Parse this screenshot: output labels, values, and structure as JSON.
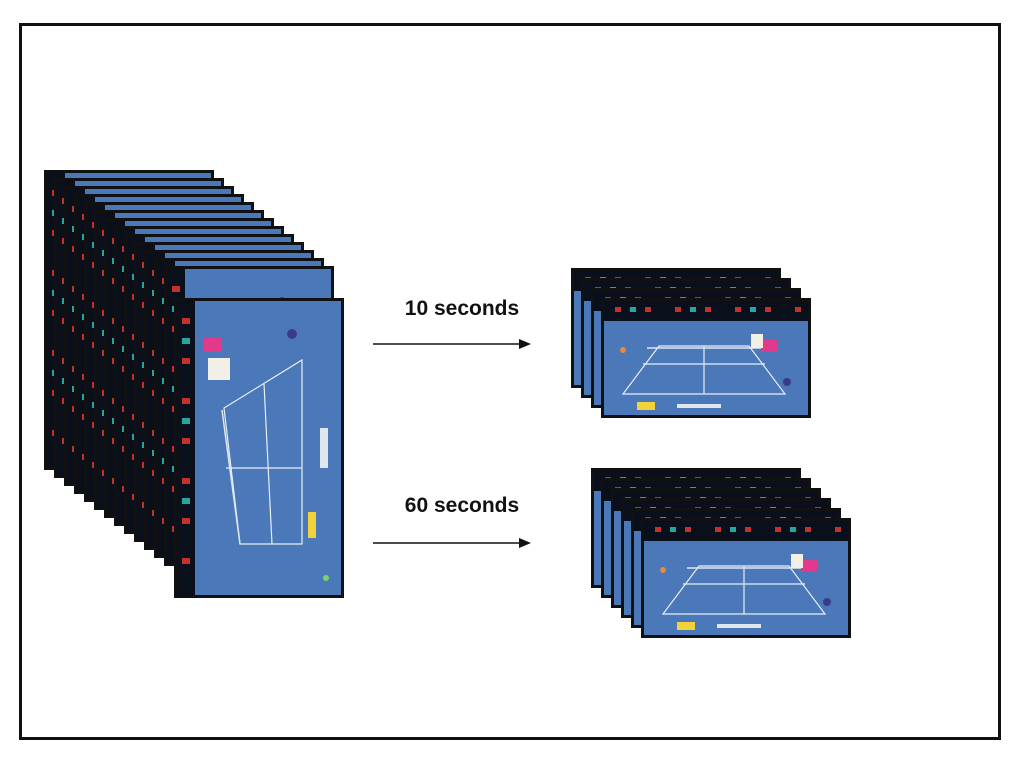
{
  "labels": {
    "short_duration": "10 seconds",
    "long_duration": "60 seconds"
  },
  "colors": {
    "court": "#4a78b8",
    "court_lines": "#e8eef5",
    "crowd": "#0a0f1c",
    "frame_border": "#111111",
    "sponsor_red": "#c8302a",
    "sponsor_teal": "#27a6a0",
    "arrow": "#111111"
  },
  "icons": {
    "arrow": "right-arrow-icon",
    "frame": "tennis-video-frame"
  },
  "counts": {
    "full_video_frames": 14,
    "short_clip_frames": 4,
    "long_clip_frames": 6
  }
}
